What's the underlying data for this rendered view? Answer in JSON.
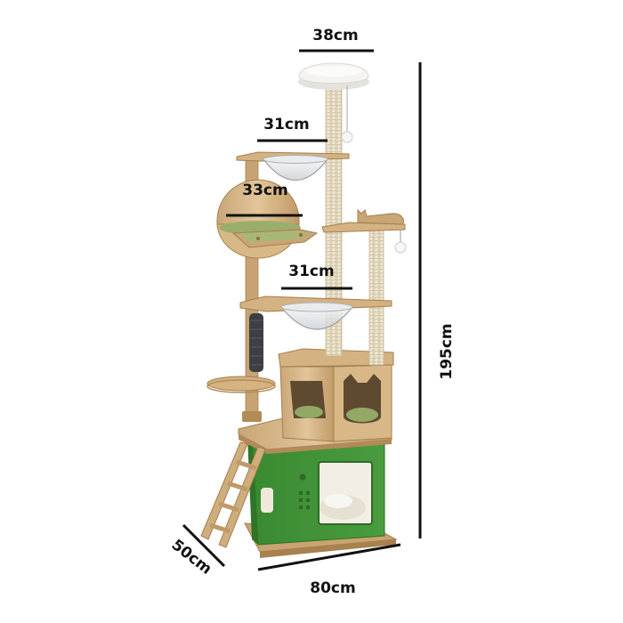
{
  "dimensions": {
    "top_perch_width": "38cm",
    "upper_hammock_width": "31cm",
    "side_bed_width": "33cm",
    "lower_hammock_width": "31cm",
    "total_height": "195cm",
    "base_depth": "50cm",
    "base_width": "80cm"
  },
  "colors": {
    "wood": "#d9b98a",
    "wood_dark": "#b8925e",
    "wood_edge": "#a57f4e",
    "sisal": "#ece4cf",
    "green_box": "#3f8f37",
    "cushion_green": "#9aae6a",
    "plush": "#f2f2ee",
    "dim_line": "#111111",
    "scratch_post_dark": "#3d3f44"
  }
}
